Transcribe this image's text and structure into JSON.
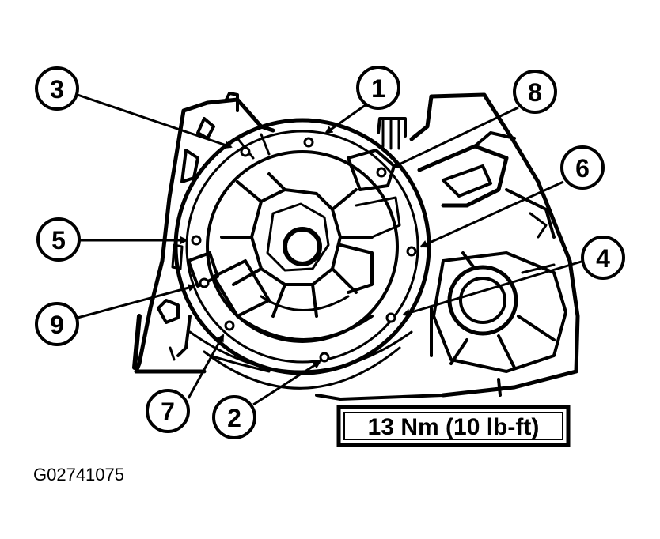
{
  "callouts": {
    "c1": "1",
    "c2": "2",
    "c3": "3",
    "c4": "4",
    "c5": "5",
    "c6": "6",
    "c7": "7",
    "c8": "8",
    "c9": "9"
  },
  "torque_label": "13 Nm (10 lb-ft)",
  "figure_id": "G02741075"
}
